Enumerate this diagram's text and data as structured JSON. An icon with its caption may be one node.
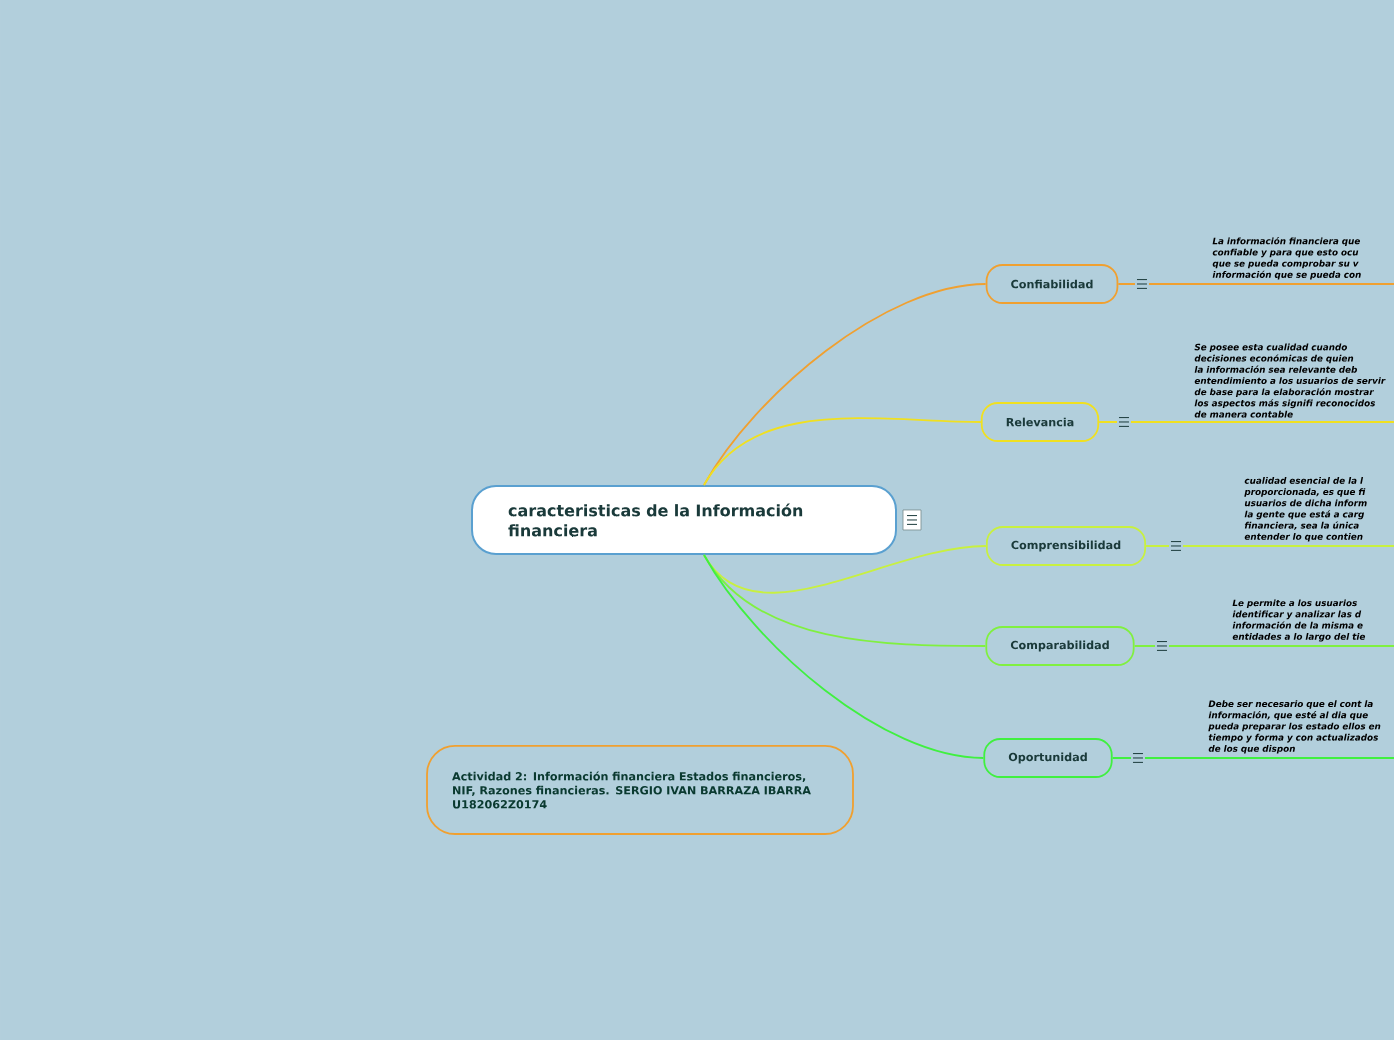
{
  "diagram": {
    "nodes": [
      {
        "text": [
          "caracteristicas de la Información financiera"
        ]
      },
      {
        "text": [
          "Confiabilidad"
        ]
      },
      {
        "text": [
          "Relevancia"
        ]
      },
      {
        "text": [
          "Comprensibilidad"
        ]
      },
      {
        "text": [
          "Comparabilidad"
        ]
      },
      {
        "text": [
          "Oportunidad"
        ]
      },
      {
        "text": [
          "La información financiera que confiable y para que esto ocu que se pueda comprobar su v información que se pueda con"
        ]
      },
      {
        "text": [
          "Se posee esta cualidad cuando decisiones económicas de quien la información sea relevante deb entendimiento a los usuarios de servir de base para la elaboración mostrar los aspectos más signifi reconocidos de manera contable"
        ]
      },
      {
        "text": [
          "cualidad esencial de la l proporcionada, es que fi usuarios de dicha inform la gente que está a carg financiera, sea la única entender lo que contien"
        ]
      },
      {
        "text": [
          "Le permite a los usuarios identificar y analizar las d información de la misma e entidades a lo largo del tie"
        ]
      },
      {
        "text": [
          "Debe ser necesario que el cont la información, que esté al dia que pueda preparar los estado ellos en tiempo y forma y con actualizados de los que dispon"
        ]
      },
      {
        "text": [
          "Actividad 2: Información financiera Estados financieros, NIF, Razones financieras. SERGIO IVAN BARRAZA IBARRA U182062Z0174"
        ]
      }
    ],
    "edges": [
      {
        "from": 0,
        "to": 1,
        "arrow": "none",
        "color": "#f0a030"
      },
      {
        "from": 0,
        "to": 2,
        "arrow": "none",
        "color": "#f0e020"
      },
      {
        "from": 0,
        "to": 3,
        "arrow": "none",
        "color": "#c8f040"
      },
      {
        "from": 0,
        "to": 4,
        "arrow": "none",
        "color": "#80f040"
      },
      {
        "from": 0,
        "to": 5,
        "arrow": "none",
        "color": "#40f040"
      },
      {
        "from": 1,
        "to": 6,
        "arrow": "none",
        "color": "#f0a030"
      },
      {
        "from": 2,
        "to": 7,
        "arrow": "none",
        "color": "#f0e020"
      },
      {
        "from": 3,
        "to": 8,
        "arrow": "none",
        "color": "#c8f040"
      },
      {
        "from": 4,
        "to": 9,
        "arrow": "none",
        "color": "#80f040"
      },
      {
        "from": 5,
        "to": 10,
        "arrow": "none",
        "color": "#40f040"
      }
    ]
  }
}
